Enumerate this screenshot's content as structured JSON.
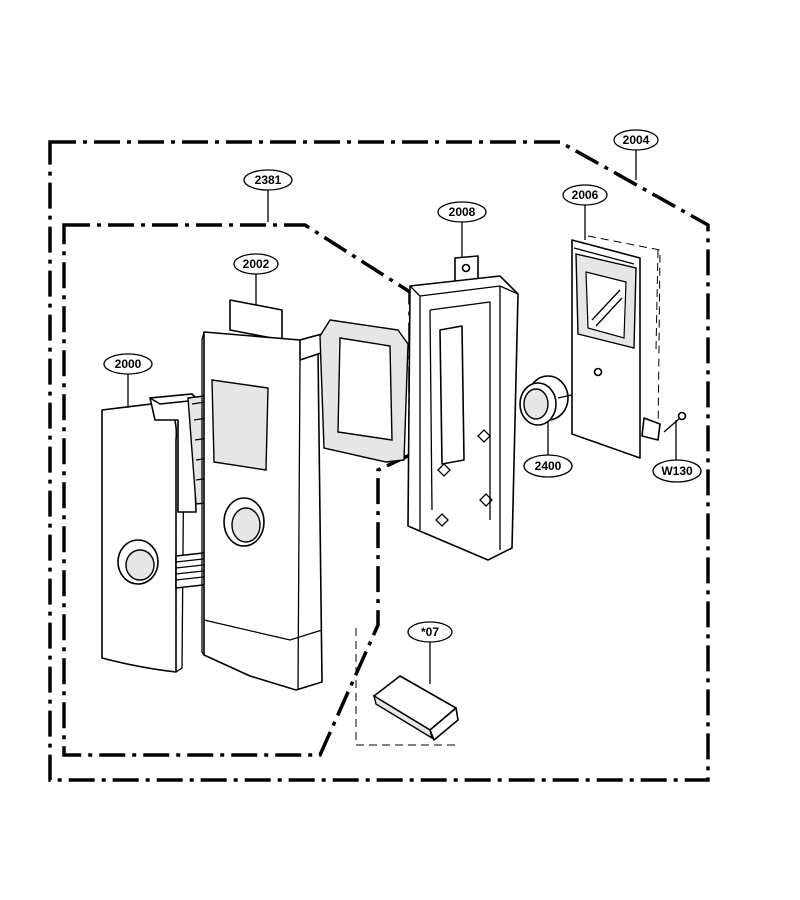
{
  "callouts": {
    "c2004": "2004",
    "c2381": "2381",
    "c2008": "2008",
    "c2006": "2006",
    "c2002": "2002",
    "c2000": "2000",
    "c2400": "2400",
    "cW130": "W130",
    "c07": "*07"
  }
}
